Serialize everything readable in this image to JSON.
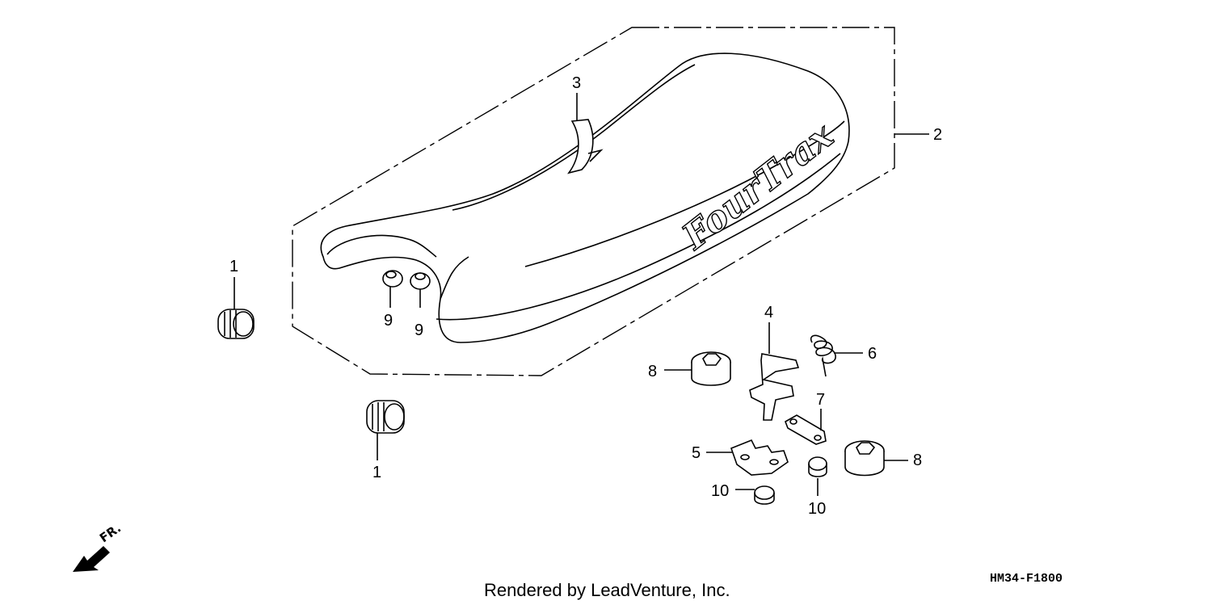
{
  "diagram": {
    "callouts": [
      {
        "id": "1a",
        "label": "1"
      },
      {
        "id": "1b",
        "label": "1"
      },
      {
        "id": "2",
        "label": "2"
      },
      {
        "id": "3",
        "label": "3"
      },
      {
        "id": "4",
        "label": "4"
      },
      {
        "id": "5",
        "label": "5"
      },
      {
        "id": "6",
        "label": "6"
      },
      {
        "id": "7",
        "label": "7"
      },
      {
        "id": "8a",
        "label": "8"
      },
      {
        "id": "8b",
        "label": "8"
      },
      {
        "id": "9a",
        "label": "9"
      },
      {
        "id": "9b",
        "label": "9"
      },
      {
        "id": "10a",
        "label": "10"
      },
      {
        "id": "10b",
        "label": "10"
      }
    ],
    "seat_logo_text": "FourTrax",
    "direction_label": "FR.",
    "diagram_code": "HM34-F1800",
    "credit": "Rendered by LeadVenture, Inc."
  }
}
